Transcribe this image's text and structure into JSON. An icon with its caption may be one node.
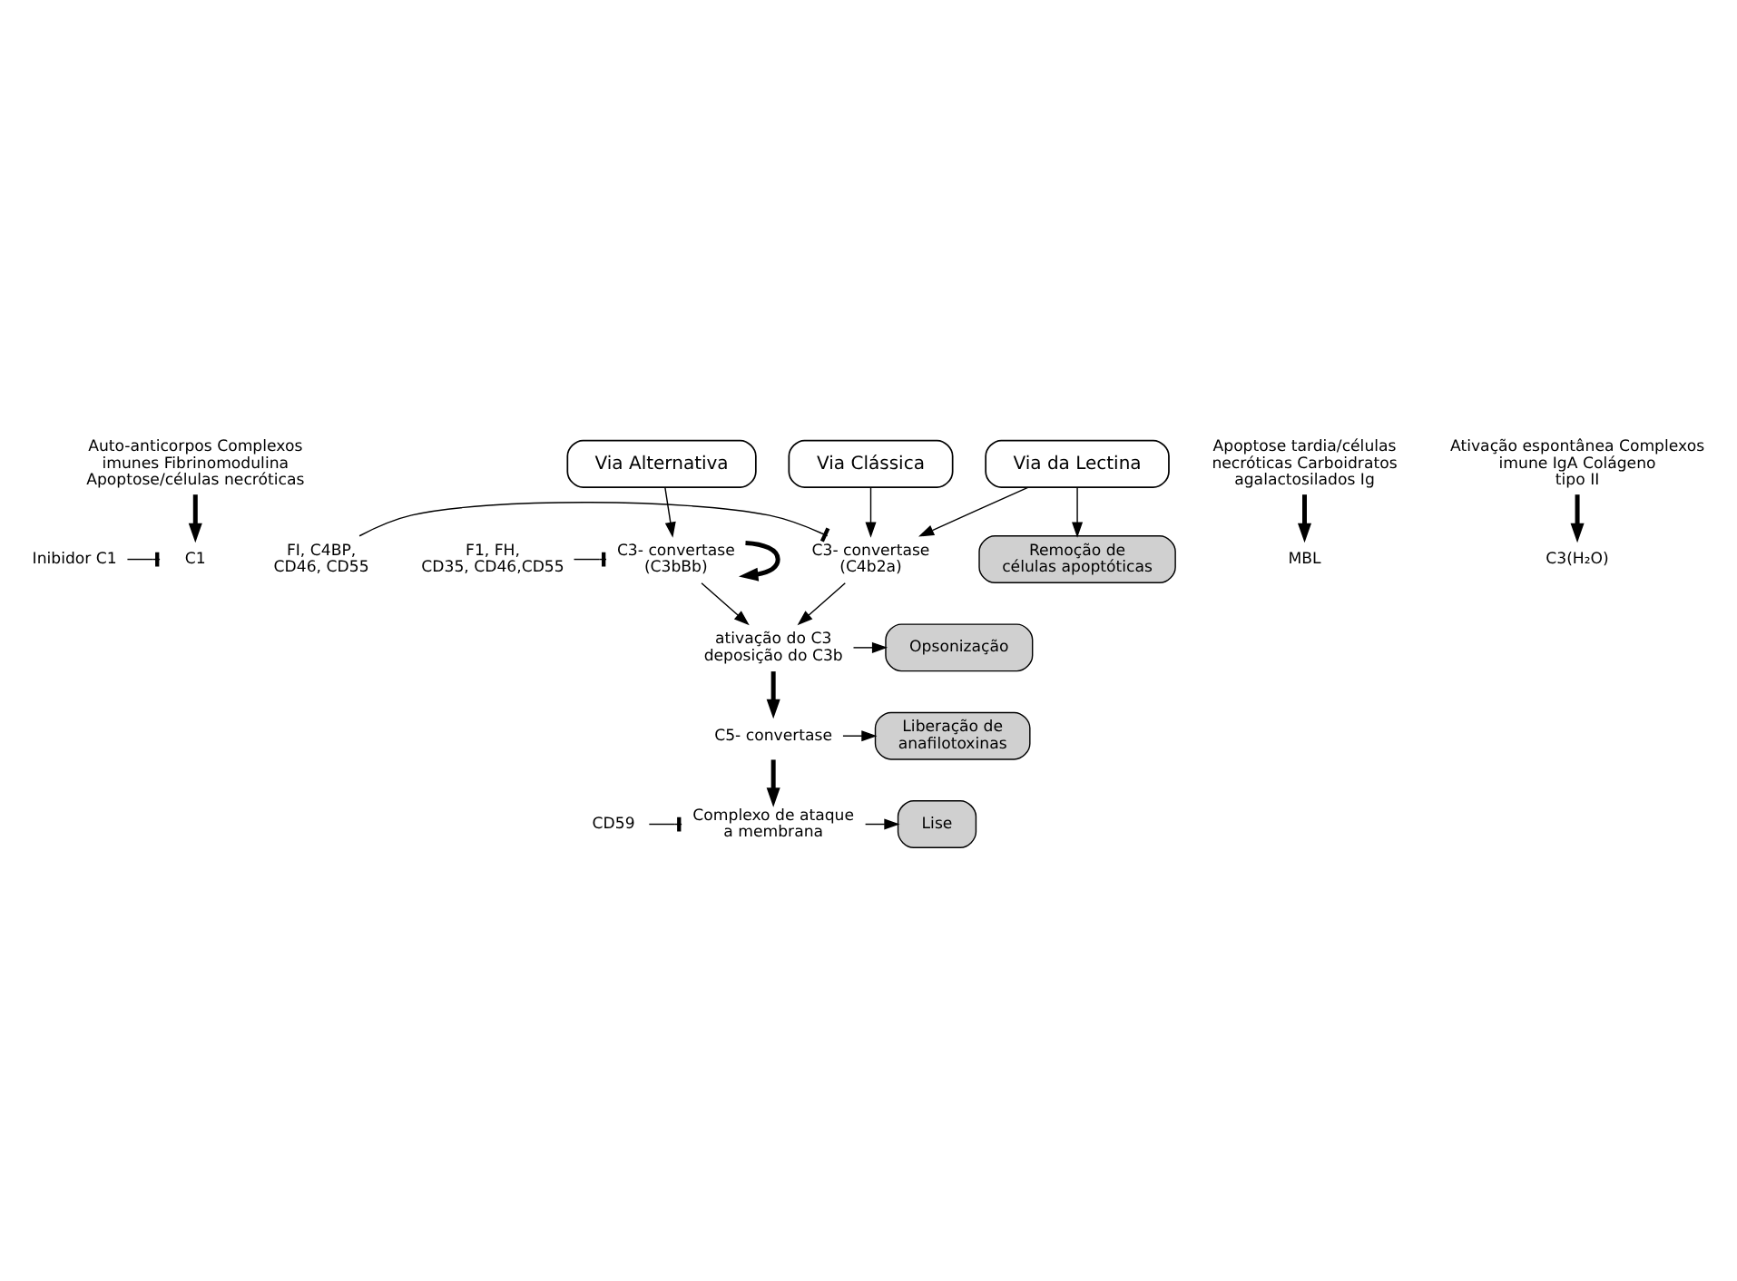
{
  "diagram": {
    "nodes": [
      {
        "text": [
          "Auto-anticorpos Complexos imunes Fibrinomodulina Apoptose/células necróticas"
        ]
      },
      {
        "text": [
          "C1"
        ]
      },
      {
        "text": [
          "Via Clássica"
        ]
      },
      {
        "text": [
          "Apoptose tardia/células necróticas Carboidratos agalactosilados Ig"
        ]
      },
      {
        "text": [
          "MBL"
        ]
      },
      {
        "text": [
          "Via da Lectina"
        ]
      },
      {
        "text": [
          "Ativação espontânea Complexos imune IgA Colágeno tipo II"
        ]
      },
      {
        "text": [
          "C3(H₂O)"
        ]
      },
      {
        "text": [
          "Via Alternativa"
        ]
      },
      {
        "text": [
          "Inibidor C1"
        ]
      },
      {
        "text": [
          "Remoção de células apoptóticas"
        ]
      },
      {
        "text": [
          "C3- convertase (C4b2a)"
        ]
      },
      {
        "text": [
          "FI, C4BP, CD46, CD55"
        ]
      },
      {
        "text": [
          "C3- convertase (C3bBb)"
        ]
      },
      {
        "text": [
          "F1, FH, CD35, CD46,CD55"
        ]
      },
      {
        "text": [
          "ativação do C3 deposição do C3b"
        ]
      },
      {
        "text": [
          "Opsonização"
        ]
      },
      {
        "text": [
          "C5- convertase"
        ]
      },
      {
        "text": [
          "Liberação de anafilotoxinas"
        ]
      },
      {
        "text": [
          "Complexo de ataque a membrana"
        ]
      },
      {
        "text": [
          "CD59"
        ]
      },
      {
        "text": [
          "Lise"
        ]
      }
    ],
    "edges": [
      {
        "from": 0,
        "to": 1,
        "arrow": "to",
        "style": "thick"
      },
      {
        "from": 3,
        "to": 4,
        "arrow": "to",
        "style": "thick"
      },
      {
        "from": 6,
        "to": 7,
        "arrow": "to",
        "style": "thick"
      },
      {
        "from": 9,
        "to": 1,
        "arrow": "other"
      },
      {
        "from": 2,
        "to": 11,
        "arrow": "to"
      },
      {
        "from": 5,
        "to": 10,
        "arrow": "to"
      },
      {
        "from": 5,
        "to": 11,
        "arrow": "to"
      },
      {
        "from": 8,
        "to": 13,
        "arrow": "to"
      },
      {
        "from": 13,
        "to": 13,
        "arrow": "to",
        "style": "thick"
      },
      {
        "from": 12,
        "to": 11,
        "arrow": "other"
      },
      {
        "from": 14,
        "to": 13,
        "arrow": "other"
      },
      {
        "from": 11,
        "to": 15,
        "arrow": "to"
      },
      {
        "from": 13,
        "to": 15,
        "arrow": "to"
      },
      {
        "from": 15,
        "to": 16,
        "arrow": "to"
      },
      {
        "from": 15,
        "to": 17,
        "arrow": "to",
        "style": "thick"
      },
      {
        "from": 17,
        "to": 18,
        "arrow": "to"
      },
      {
        "from": 17,
        "to": 19,
        "arrow": "to",
        "style": "thick"
      },
      {
        "from": 19,
        "to": 21,
        "arrow": "to"
      },
      {
        "from": 20,
        "to": 19,
        "arrow": "other"
      }
    ]
  }
}
